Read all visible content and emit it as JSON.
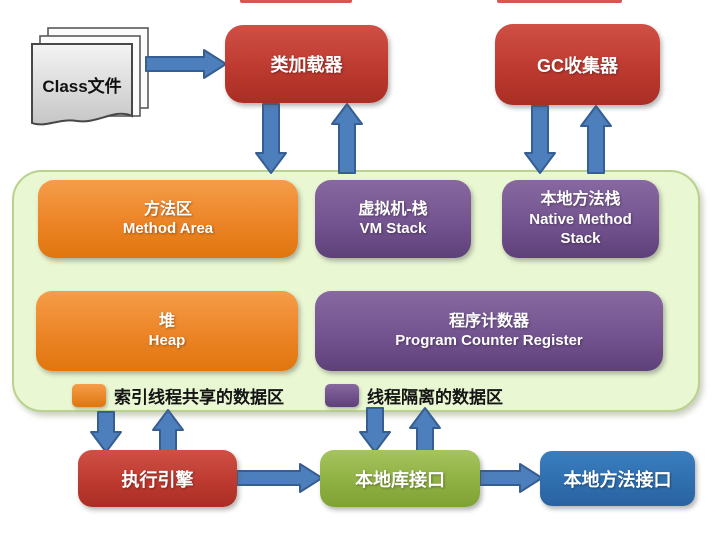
{
  "nodes": {
    "class_files": {
      "label": "Class文件"
    },
    "class_loader": {
      "label": "类加载器"
    },
    "gc_collector": {
      "label": "GC收集器"
    },
    "method_area": {
      "zh": "方法区",
      "en": "Method Area"
    },
    "vm_stack": {
      "zh": "虚拟机-栈",
      "en": "VM Stack"
    },
    "native_method_stack": {
      "zh": "本地方法栈",
      "en": "Native Method Stack"
    },
    "heap": {
      "zh": "堆",
      "en": "Heap"
    },
    "pc_register": {
      "zh": "程序计数器",
      "en": "Program Counter Register"
    },
    "execution_engine": {
      "label": "执行引擎"
    },
    "native_lib_interface": {
      "label": "本地库接口"
    },
    "native_method_interface": {
      "label": "本地方法接口"
    }
  },
  "legend": {
    "shared": {
      "label": "索引线程共享的数据区",
      "color": "#ec8426"
    },
    "isolated": {
      "label": "线程隔离的数据区",
      "color": "#745490"
    }
  },
  "icons": {
    "class_files": "document-stack-icon",
    "connectors": "block-arrow-icon"
  },
  "colors": {
    "node_red": "#bd3a30",
    "node_orange": "#ec8426",
    "node_purple": "#745490",
    "node_green": "#8fb042",
    "node_blue": "#2f6fae",
    "runtime_area_fill": "#e9f7d2",
    "runtime_area_border": "#b9d28d",
    "arrow_fill": "#4d7fbd",
    "arrow_stroke": "#365e92",
    "text_on_node": "#ffffff",
    "text_dark": "#141414"
  }
}
